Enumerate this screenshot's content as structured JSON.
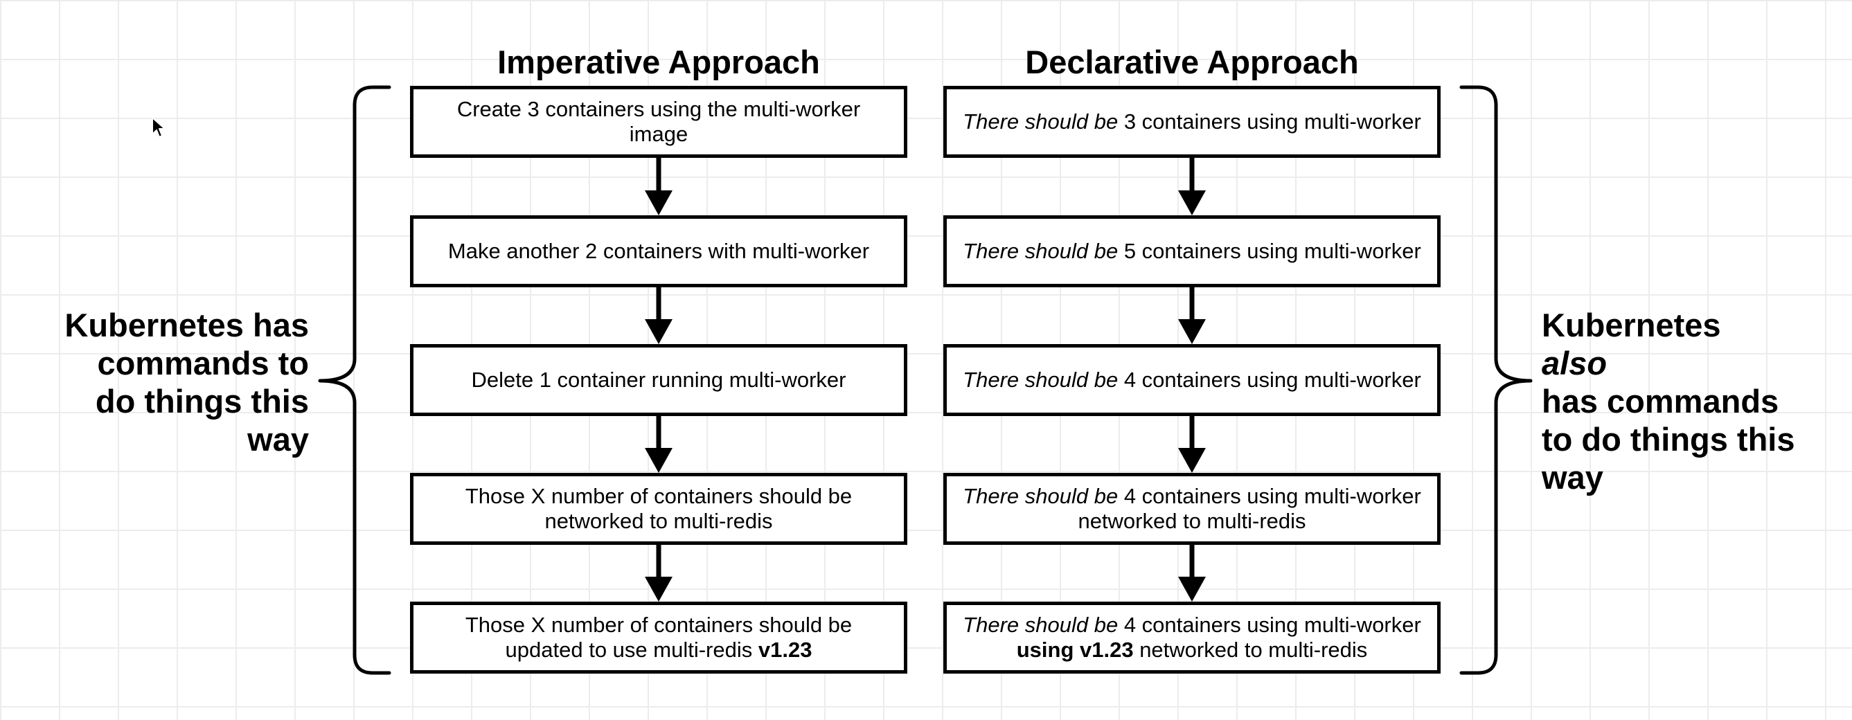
{
  "imperative": {
    "heading": "Imperative Approach",
    "steps": [
      {
        "text": "Create 3 containers using the multi-worker image"
      },
      {
        "text": "Make another 2 containers with multi-worker"
      },
      {
        "text": "Delete 1 container running multi-worker"
      },
      {
        "text": "Those X number of containers should be networked to multi-redis"
      },
      {
        "pre": "Those X number of containers should be updated to use multi-redis ",
        "bold": "v1.23"
      }
    ]
  },
  "declarative": {
    "heading": "Declarative Approach",
    "steps": [
      {
        "em": "There should be",
        "rest": " 3 containers using multi-worker"
      },
      {
        "em": "There should be",
        "rest": " 5 containers using multi-worker"
      },
      {
        "em": "There should be",
        "rest": " 4 containers using multi-worker"
      },
      {
        "em": "There should be",
        "rest": " 4 containers using multi-worker networked to multi-redis"
      },
      {
        "em": "There should be",
        "pre": " 4 containers using multi-worker ",
        "bold": "using v1.23",
        "post": " networked to multi-redis"
      }
    ]
  },
  "left_label": {
    "lines": [
      "Kubernetes has",
      "commands to",
      "do things this",
      "way"
    ]
  },
  "right_label": {
    "line1_pre": "Kubernetes ",
    "line1_em": "also",
    "lines": [
      "has commands",
      "to do things this",
      "way"
    ]
  }
}
